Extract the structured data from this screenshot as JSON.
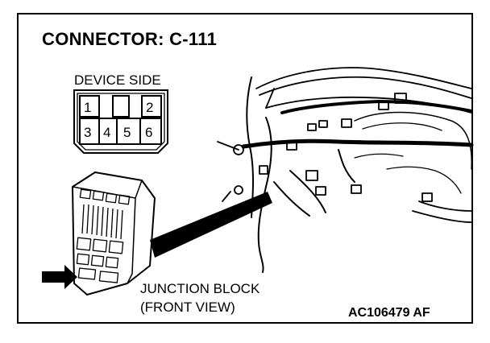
{
  "title": "CONNECTOR: C-111",
  "device_side_label": "DEVICE SIDE",
  "pins": {
    "top": [
      "1",
      "",
      "2"
    ],
    "bottom": [
      "3",
      "4",
      "5",
      "6"
    ]
  },
  "junction_label_line1": "JUNCTION BLOCK",
  "junction_label_line2": "(FRONT VIEW)",
  "figure_code": "AC106479 AF"
}
